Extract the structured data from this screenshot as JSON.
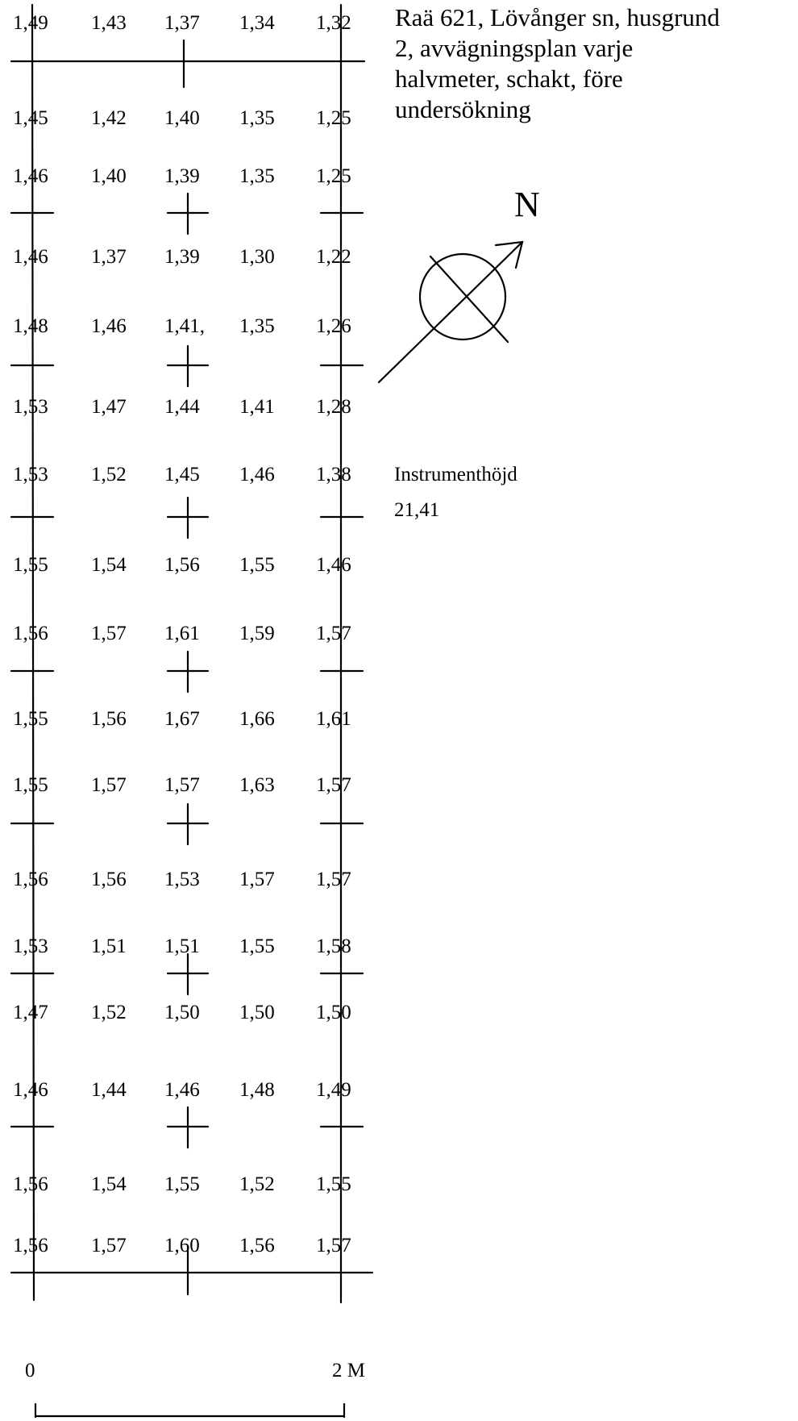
{
  "title_lines": [
    "Raä 621, Lövånger sn, husgrund",
    "2, avvägningsplan varje",
    "halvmeter, schakt, före",
    "undersökning"
  ],
  "north_label": "N",
  "instrument": {
    "label": "Instrumenthöjd",
    "value": "21,41"
  },
  "scale_bar": {
    "start_label": "0",
    "end_label": "2 M"
  },
  "grid_rows": [
    [
      "1,49",
      "1,43",
      "1,37",
      "1,34",
      "1,32"
    ],
    [
      "1,45",
      "1,42",
      "1,40",
      "1,35",
      "1,25"
    ],
    [
      "1,46",
      "1,40",
      "1,39",
      "1,35",
      "1,25"
    ],
    [
      "1,46",
      "1,37",
      "1,39",
      "1,30",
      "1,22"
    ],
    [
      "1,48",
      "1,46",
      "1,41,",
      "1,35",
      "1,26"
    ],
    [
      "1,53",
      "1,47",
      "1,44",
      "1,41",
      "1,28"
    ],
    [
      "1,53",
      "1,52",
      "1,45",
      "1,46",
      "1,38"
    ],
    [
      "1,55",
      "1,54",
      "1,56",
      "1,55",
      "1,46"
    ],
    [
      "1,56",
      "1,57",
      "1,61",
      "1,59",
      "1,57"
    ],
    [
      "1,55",
      "1,56",
      "1,67",
      "1,66",
      "1,61"
    ],
    [
      "1,55",
      "1,57",
      "1,57",
      "1,63",
      "1,57"
    ],
    [
      "1,56",
      "1,56",
      "1,53",
      "1,57",
      "1,57"
    ],
    [
      "1,53",
      "1,51",
      "1,51",
      "1,55",
      "1,58"
    ],
    [
      "1,47",
      "1,52",
      "1,50",
      "1,50",
      "1,50"
    ],
    [
      "1,46",
      "1,44",
      "1,46",
      "1,48",
      "1,49"
    ],
    [
      "1,56",
      "1,54",
      "1,55",
      "1,52",
      "1,55"
    ],
    [
      "1,56",
      "1,57",
      "1,60",
      "1,56",
      "1,57"
    ]
  ]
}
